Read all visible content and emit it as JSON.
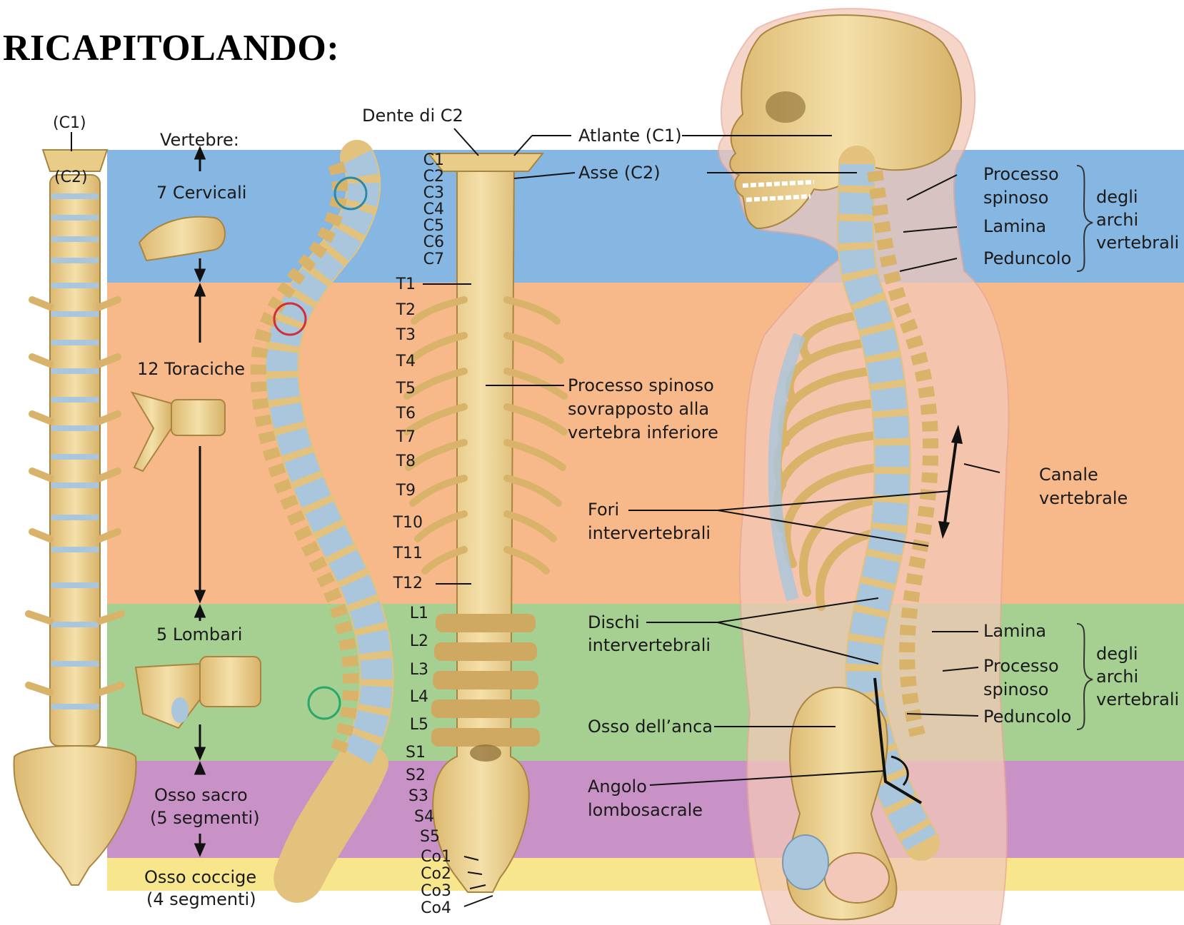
{
  "title": "RICAPITOLANDO:",
  "colors": {
    "cervical": "#86b6e2",
    "thoracic": "#f7b98a",
    "lumbar": "#a6d092",
    "sacrum": "#c892c6",
    "coccyx": "#f7e68c",
    "bone": "#edd496",
    "bone_outline": "#b89450",
    "disc": "#a9c6dd"
  },
  "left_column": {
    "c1": "(C1)",
    "c2": "(C2)",
    "header": "Vertebre:",
    "cervical": "7 Cervicali",
    "thoracic": "12 Toraciche",
    "lumbar": "5 Lombari",
    "sacrum_line1": "Osso sacro",
    "sacrum_line2": "(5 segmenti)",
    "coccyx_line1": "Osso coccige",
    "coccyx_line2": "(4 segmenti)"
  },
  "middle_column": {
    "dens": "Dente di C2",
    "levels": [
      "C1",
      "C2",
      "C3",
      "C4",
      "C5",
      "C6",
      "C7",
      "T1",
      "T2",
      "T3",
      "T4",
      "T5",
      "T6",
      "T7",
      "T8",
      "T9",
      "T10",
      "T11",
      "T12",
      "L1",
      "L2",
      "L3",
      "L4",
      "L5",
      "S1",
      "S2",
      "S3",
      "S4",
      "S5",
      "Co1",
      "Co2",
      "Co3",
      "Co4"
    ]
  },
  "right_labels": {
    "atlas": "Atlante (C1)",
    "axis": "Asse (C2)",
    "spinous_overlap_1": "Processo spinoso",
    "spinous_overlap_2": "sovrapposto alla",
    "spinous_overlap_3": "vertebra inferiore",
    "foramina_1": "Fori",
    "foramina_2": "intervertebrali",
    "discs_1": "Dischi",
    "discs_2": "intervertebrali",
    "hip": "Osso dell’anca",
    "angle_1": "Angolo",
    "angle_2": "lombosacrale",
    "canal_1": "Canale",
    "canal_2": "vertebrale"
  },
  "arch_group_top": {
    "items": [
      "Processo",
      "spinoso",
      "Lamina",
      "Peduncolo"
    ],
    "group_1": "degli",
    "group_2": "archi",
    "group_3": "vertebrali"
  },
  "arch_group_bottom": {
    "items": [
      "Lamina",
      "Processo",
      "spinoso",
      "Peduncolo"
    ],
    "group_1": "degli",
    "group_2": "archi",
    "group_3": "vertebrali"
  }
}
